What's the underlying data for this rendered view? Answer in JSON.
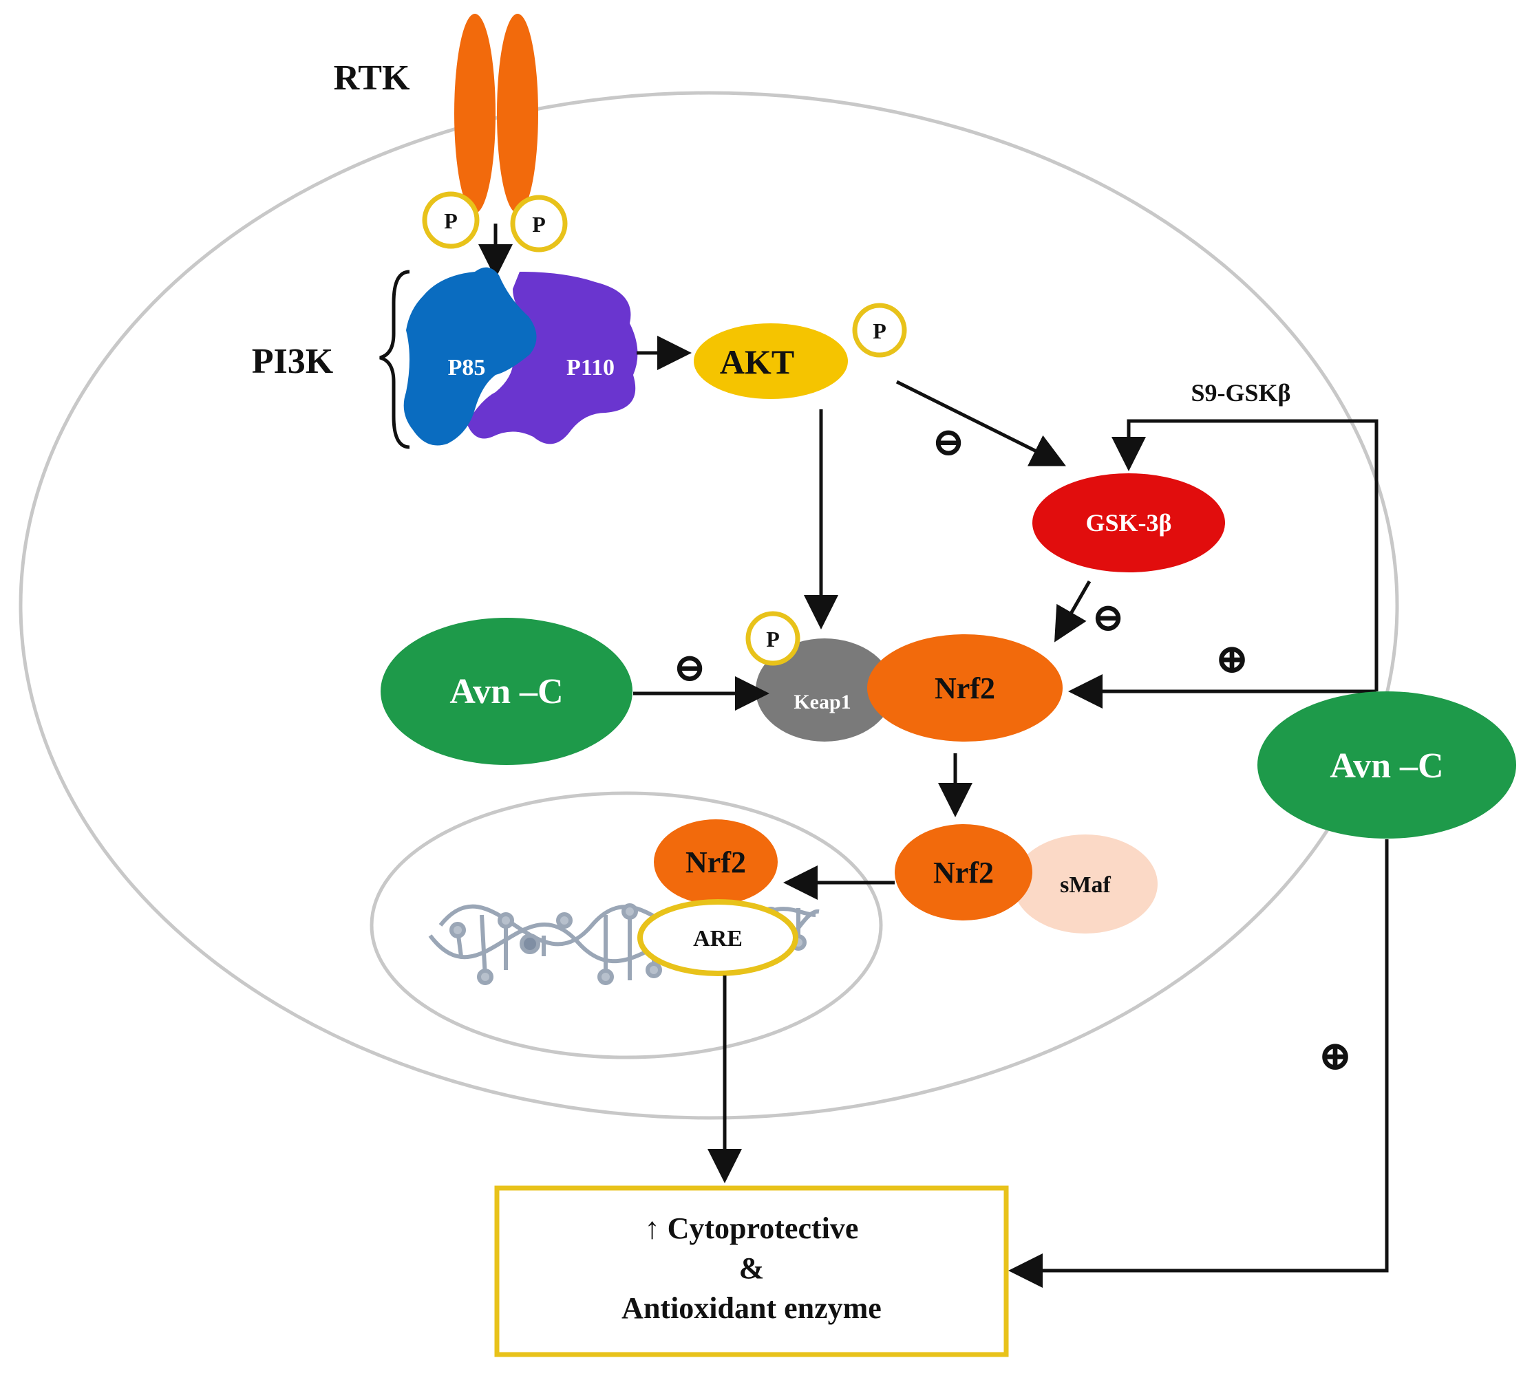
{
  "labels": {
    "rtk": "RTK",
    "pi3k": "PI3K",
    "p85": "P85",
    "p110": "P110",
    "akt": "AKT",
    "phospho": "P",
    "s9_gsk": "S9-GSKβ",
    "gsk3b": "GSK-3β",
    "avn_c": "Avn –C",
    "keap1": "Keap1",
    "nrf2": "Nrf2",
    "smaf": "sMaf",
    "are": "ARE",
    "outcome_line1": "↑ Cytoprotective",
    "outcome_line2": "&",
    "outcome_line3": "Antioxidant enzyme"
  },
  "signs": {
    "inhibit": "⊖",
    "activate": "⊕"
  },
  "colors": {
    "rtk": "#f26a0c",
    "phospho_ring": "#e8c21a",
    "p85": "#0a6cc0",
    "p110": "#6a35cf",
    "akt": "#f5c400",
    "gsk3b": "#e10d0d",
    "avn_c": "#1e9a4a",
    "keap1": "#7a7a7a",
    "nrf2": "#f26a0c",
    "smaf": "#fbd9c6",
    "membrane": "#c8c8c8",
    "outcome_border": "#e8c21a",
    "arrow": "#111111"
  },
  "icons": [
    "dna-helix-icon"
  ]
}
